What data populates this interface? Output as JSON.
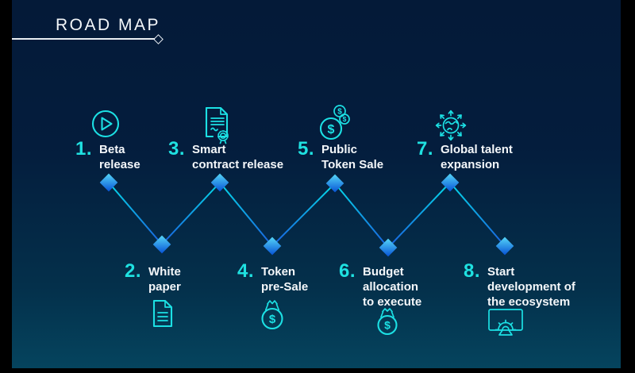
{
  "title": "ROAD MAP",
  "colors": {
    "accent_cyan": "#1fe1e1",
    "diamond_blue_light": "#55d6f8",
    "diamond_blue_dark": "#0753d6",
    "line_cyan": "#04dbe8",
    "line_blue": "#1a5fe0",
    "background_top": "#041a38",
    "background_bottom": "#05445e",
    "text_white": "#f4f7fa"
  },
  "milestones": [
    {
      "number": "1.",
      "lines": [
        "Beta",
        "release"
      ],
      "icon": "play-circle-icon",
      "position": "top"
    },
    {
      "number": "2.",
      "lines": [
        "White",
        "paper"
      ],
      "icon": "document-icon",
      "position": "bottom"
    },
    {
      "number": "3.",
      "lines": [
        "Smart",
        "contract release"
      ],
      "icon": "certificate-document-icon",
      "position": "top"
    },
    {
      "number": "4.",
      "lines": [
        "Token",
        "pre-Sale"
      ],
      "icon": "money-bag-icon",
      "position": "bottom"
    },
    {
      "number": "5.",
      "lines": [
        "Public",
        "Token Sale"
      ],
      "icon": "coins-icon",
      "position": "top"
    },
    {
      "number": "6.",
      "lines": [
        "Budget",
        "allocation",
        "to execute"
      ],
      "icon": "money-bag-icon",
      "position": "bottom"
    },
    {
      "number": "7.",
      "lines": [
        "Global talent",
        "expansion"
      ],
      "icon": "globe-expansion-icon",
      "position": "top"
    },
    {
      "number": "8.",
      "lines": [
        "Start",
        "development of",
        "the ecosystem"
      ],
      "icon": "monitor-gear-icon",
      "position": "bottom"
    }
  ]
}
